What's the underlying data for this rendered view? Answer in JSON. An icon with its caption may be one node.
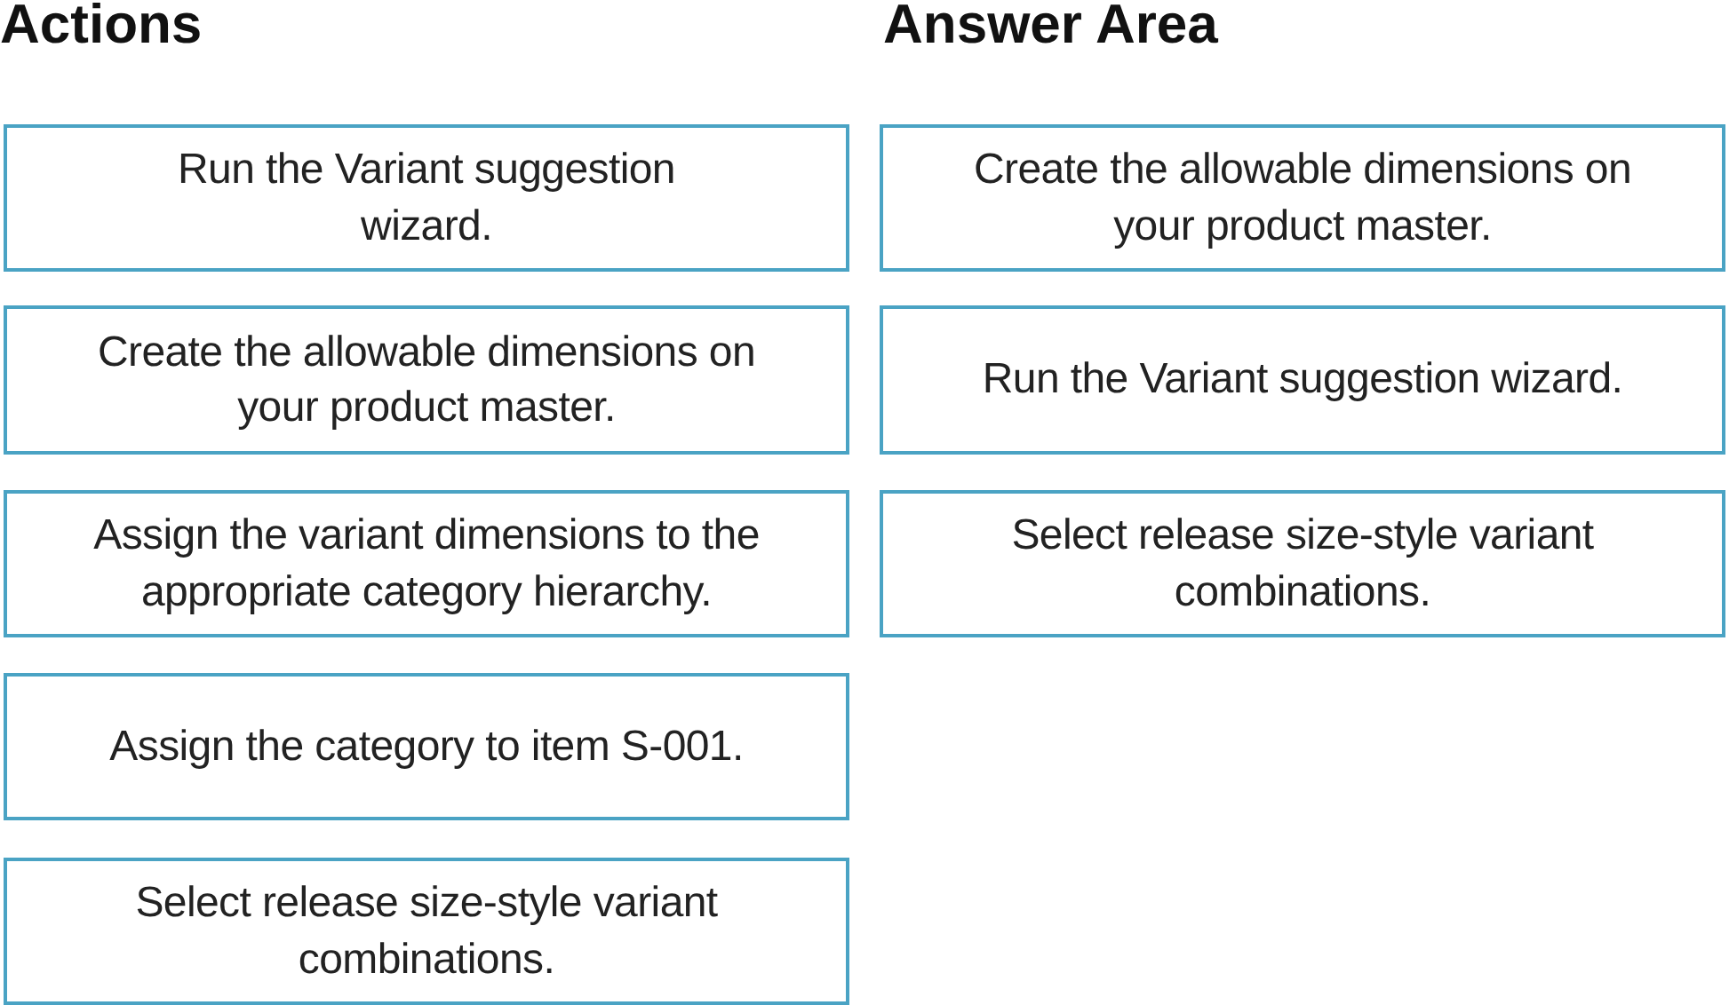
{
  "diagram": {
    "nodes": [
      {
        "text": [
          "Run the Variant suggestion wizard."
        ]
      },
      {
        "text": [
          "Create the allowable dimensions on your product master."
        ]
      },
      {
        "text": [
          "Assign the variant dimensions to the appropriate category hierarchy."
        ]
      },
      {
        "text": [
          "Assign the category to item S-001."
        ]
      },
      {
        "text": [
          "Select release size-style variant combinations."
        ]
      },
      {
        "text": [
          "Create the allowable dimensions on your product master."
        ]
      },
      {
        "text": [
          "Run the Variant suggestion wizard."
        ]
      },
      {
        "text": [
          "Select release size-style variant combinations."
        ]
      }
    ],
    "edges": [],
    "labels": [
      "Actions",
      "Answer Area"
    ]
  }
}
